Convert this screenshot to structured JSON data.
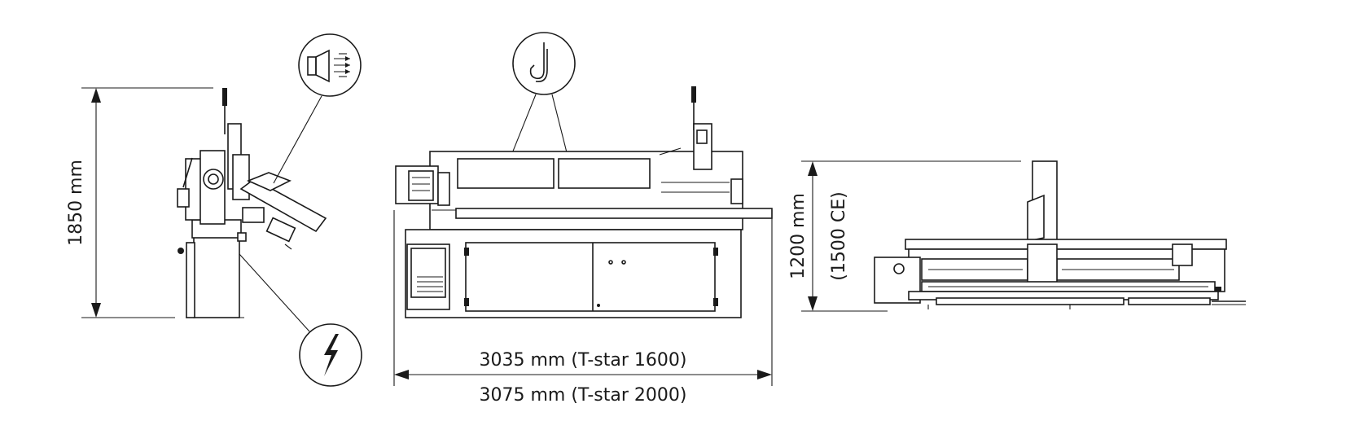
{
  "dimensions": {
    "side_height": "1850 mm",
    "front_width_1": "3035 mm (T-star 1600)",
    "front_width_2": "3075 mm (T-star 2000)",
    "top_height_1": "1200 mm",
    "top_height_2": "(1500 CE)"
  },
  "icons": {
    "exhaust": "exhaust-connection-icon",
    "lifting": "lifting-hook-icon",
    "electric": "electrical-connection-icon"
  },
  "colors": {
    "line": "#1a1a1a",
    "background": "#ffffff"
  }
}
